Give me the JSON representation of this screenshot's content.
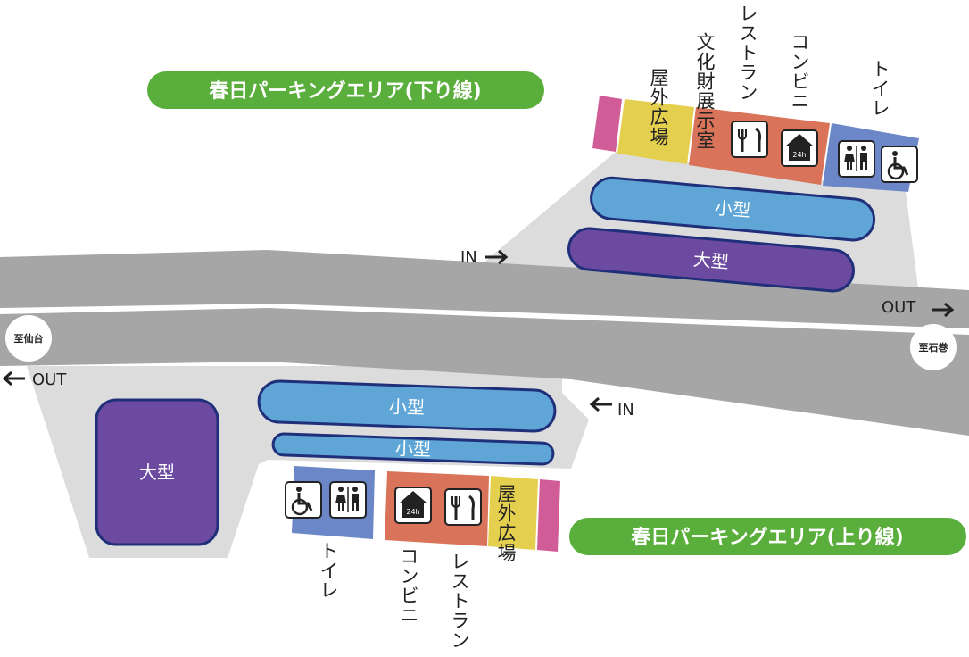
{
  "down_area": {
    "title": "春日パーキングエリア(下り線)",
    "facilities": {
      "outdoor_plaza": "屋外広場",
      "cultural_exhibit": "文化財展示室",
      "restaurant": "レストラン",
      "convenience": "コンビニ",
      "toilet": "トイレ"
    },
    "parking_small": "小型",
    "parking_large": "大型",
    "entry": "IN",
    "exit": "OUT"
  },
  "up_area": {
    "title": "春日パーキングエリア(上り線)",
    "facilities": {
      "outdoor_plaza": "屋外広場",
      "restaurant": "レストラン",
      "convenience": "コンビニ",
      "toilet": "トイレ"
    },
    "parking_small_1": "小型",
    "parking_small_2": "小型",
    "parking_large": "大型",
    "entry": "IN",
    "exit": "OUT"
  },
  "directions": {
    "to_sendai": "至仙台",
    "to_ishinomaki": "至石巻"
  },
  "icons": {
    "restaurant": "fork-knife-icon",
    "convenience": "convenience-store-icon",
    "convenience_label": "24h",
    "toilet": "restroom-icon",
    "accessible": "wheelchair-icon"
  },
  "colors": {
    "title_green": "#5aae3c",
    "road": "#a6a6a6",
    "lot": "#dcdcdc",
    "parking_small": "#5fa6d6",
    "parking_large": "#6c4aa0",
    "restaurant_block": "#d9735a",
    "toilet_block": "#6c87c8",
    "plaza_block": "#e4cf4e",
    "pink_block": "#d05c98"
  }
}
